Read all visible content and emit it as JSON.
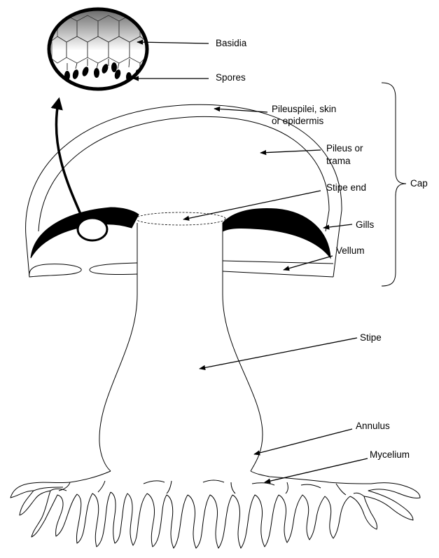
{
  "labels": {
    "basidia": "Basidia",
    "spores": "Spores",
    "pileuspilei_line1": "Pileuspilei, skin",
    "pileuspilei_line2": "or epidermis",
    "pileus_line1": "Pileus or",
    "pileus_line2": "trama",
    "stipe_end": "Stipe end",
    "cap": "Cap",
    "gills": "Gills",
    "vellum": "Vellum",
    "stipe": "Stipe",
    "annulus": "Annulus",
    "mycelium": "Mycelium"
  },
  "colors": {
    "ink": "#000000",
    "paper": "#ffffff",
    "basidia_gradient_top": "#666666",
    "basidia_gradient_bottom": "#ffffff"
  }
}
